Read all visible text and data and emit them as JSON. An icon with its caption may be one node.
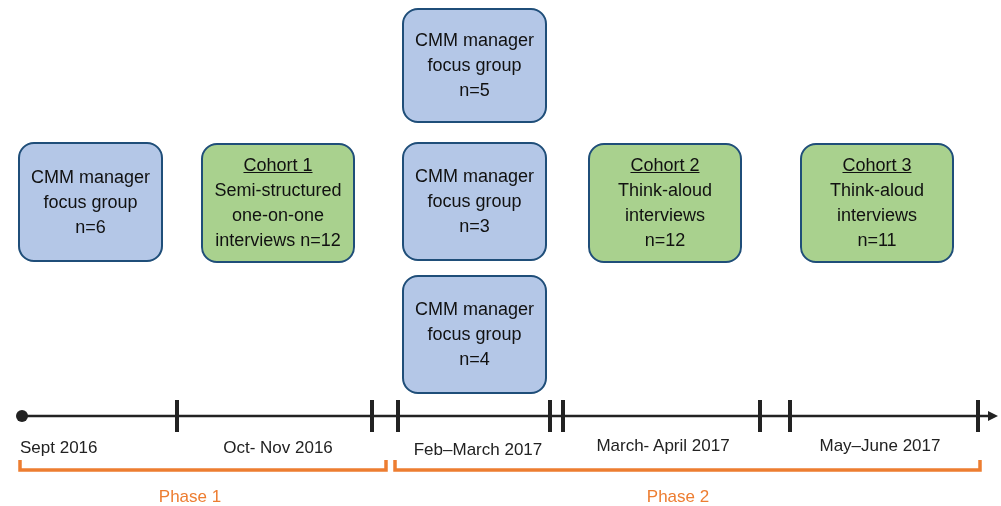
{
  "diagram": {
    "nodes": [
      {
        "text": [
          "CMM manager focus group n=5"
        ]
      },
      {
        "text": [
          "CMM manager focus group n=6"
        ]
      },
      {
        "text": [
          "Cohort 1",
          "Semi-structured one-on-one interviews n=12"
        ]
      },
      {
        "text": [
          "CMM manager focus group n=3"
        ]
      },
      {
        "text": [
          "Cohort 2",
          "Think-aloud interviews n=12"
        ]
      },
      {
        "text": [
          "Cohort 3",
          "Think-aloud interviews n=11"
        ]
      },
      {
        "text": [
          "CMM manager focus group n=4"
        ]
      }
    ],
    "labels": [
      "Sept 2016",
      "Oct- Nov 2016",
      "Feb–March 2017",
      "March- April 2017",
      "May–June 2017",
      "Phase 1",
      "Phase 2"
    ]
  }
}
